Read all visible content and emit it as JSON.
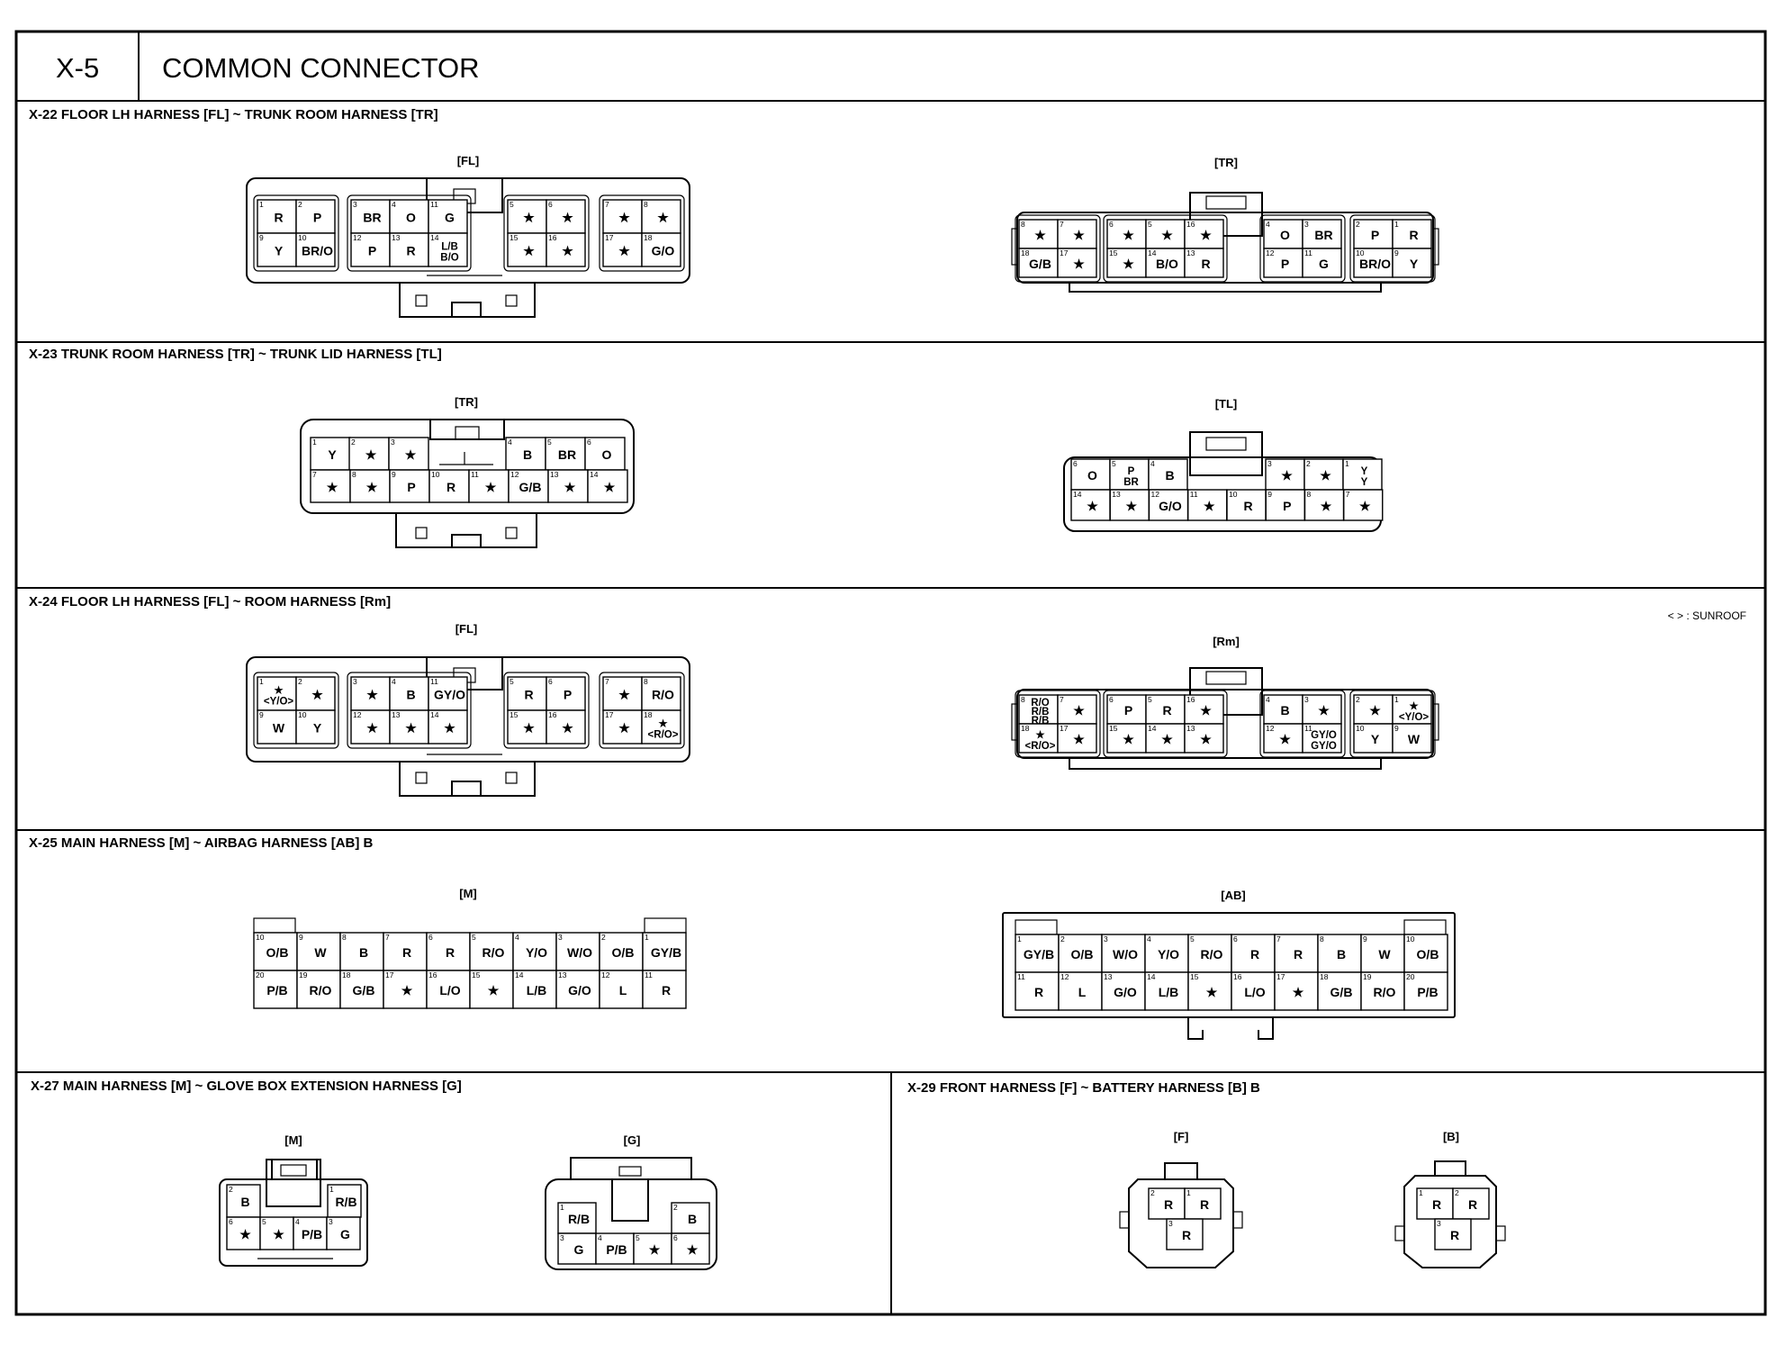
{
  "header": {
    "code": "X-5",
    "title": "COMMON CONNECTOR"
  },
  "legend_note": "< > : SUNROOF",
  "sections": [
    {
      "id": "x22",
      "title": "X-22 FLOOR LH HARNESS [FL] ~ TRUNK ROOM HARNESS  [TR]",
      "connectors": [
        {
          "label": "[FL]",
          "groups": [
            [
              {
                "n": "1",
                "t": "R"
              },
              {
                "n": "2",
                "t": "P"
              },
              {
                "n": "9",
                "t": "Y"
              },
              {
                "n": "10",
                "t": "BR/O"
              }
            ],
            [
              {
                "n": "3",
                "t": "BR"
              },
              {
                "n": "4",
                "t": "O"
              },
              {
                "n": "11",
                "t": "G"
              },
              {
                "n": "12",
                "t": "P"
              },
              {
                "n": "13",
                "t": "R"
              },
              {
                "n": "14",
                "t": "L/B B/O"
              }
            ],
            [
              {
                "n": "5",
                "t": "★"
              },
              {
                "n": "6",
                "t": "★"
              },
              {
                "n": "15",
                "t": "★"
              },
              {
                "n": "16",
                "t": "★"
              }
            ],
            [
              {
                "n": "7",
                "t": "★"
              },
              {
                "n": "8",
                "t": "★"
              },
              {
                "n": "17",
                "t": "★"
              },
              {
                "n": "18",
                "t": "G/O"
              }
            ]
          ]
        },
        {
          "label": "[TR]",
          "groups": [
            [
              {
                "n": "8",
                "t": "★"
              },
              {
                "n": "7",
                "t": "★"
              },
              {
                "n": "18",
                "t": "G/B"
              },
              {
                "n": "17",
                "t": "★"
              }
            ],
            [
              {
                "n": "6",
                "t": "★"
              },
              {
                "n": "5",
                "t": "★"
              },
              {
                "n": "16",
                "t": "★"
              },
              {
                "n": "15",
                "t": "★"
              },
              {
                "n": "14",
                "t": "B/O"
              },
              {
                "n": "13",
                "t": "R"
              }
            ],
            [
              {
                "n": "4",
                "t": "O"
              },
              {
                "n": "3",
                "t": "BR"
              },
              {
                "n": "12",
                "t": "P"
              },
              {
                "n": "11",
                "t": "G"
              }
            ],
            [
              {
                "n": "2",
                "t": "P"
              },
              {
                "n": "1",
                "t": "R"
              },
              {
                "n": "10",
                "t": "BR/O"
              },
              {
                "n": "9",
                "t": "Y"
              }
            ]
          ]
        }
      ]
    },
    {
      "id": "x23",
      "title": "X-23 TRUNK ROOM HARNESS [TR] ~ TRUNK LID HARNESS [TL]",
      "connectors": [
        {
          "label": "[TR]",
          "top": [
            {
              "n": "1",
              "t": "Y"
            },
            {
              "n": "2",
              "t": "★"
            },
            {
              "n": "3",
              "t": "★"
            },
            {
              "n": "4",
              "t": "B"
            },
            {
              "n": "5",
              "t": "BR"
            },
            {
              "n": "6",
              "t": "O"
            }
          ],
          "bottom": [
            {
              "n": "7",
              "t": "★"
            },
            {
              "n": "8",
              "t": "★"
            },
            {
              "n": "9",
              "t": "P"
            },
            {
              "n": "10",
              "t": "R"
            },
            {
              "n": "11",
              "t": "★"
            },
            {
              "n": "12",
              "t": "G/B"
            },
            {
              "n": "13",
              "t": "★"
            },
            {
              "n": "14",
              "t": "★"
            }
          ]
        },
        {
          "label": "[TL]",
          "top": [
            {
              "n": "6",
              "t": "O"
            },
            {
              "n": "5",
              "t": "P BR"
            },
            {
              "n": "4",
              "t": "B"
            },
            {
              "n": "3",
              "t": "★"
            },
            {
              "n": "2",
              "t": "★"
            },
            {
              "n": "1",
              "t": "Y Y"
            }
          ],
          "bottom": [
            {
              "n": "14",
              "t": "★"
            },
            {
              "n": "13",
              "t": "★"
            },
            {
              "n": "12",
              "t": "G/O"
            },
            {
              "n": "11",
              "t": "★"
            },
            {
              "n": "10",
              "t": "R"
            },
            {
              "n": "9",
              "t": "P"
            },
            {
              "n": "8",
              "t": "★"
            },
            {
              "n": "7",
              "t": "★"
            }
          ]
        }
      ]
    },
    {
      "id": "x24",
      "title": "X-24 FLOOR LH HARNESS [FL] ~ ROOM HARNESS [Rm]",
      "connectors": [
        {
          "label": "[FL]",
          "groups": [
            [
              {
                "n": "1",
                "t": "★ <Y/O>"
              },
              {
                "n": "2",
                "t": "★"
              },
              {
                "n": "9",
                "t": "W"
              },
              {
                "n": "10",
                "t": "Y"
              }
            ],
            [
              {
                "n": "3",
                "t": "★"
              },
              {
                "n": "4",
                "t": "B"
              },
              {
                "n": "11",
                "t": "GY/O"
              },
              {
                "n": "12",
                "t": "★"
              },
              {
                "n": "13",
                "t": "★"
              },
              {
                "n": "14",
                "t": "★"
              }
            ],
            [
              {
                "n": "5",
                "t": "R"
              },
              {
                "n": "6",
                "t": "P"
              },
              {
                "n": "15",
                "t": "★"
              },
              {
                "n": "16",
                "t": "★"
              }
            ],
            [
              {
                "n": "7",
                "t": "★"
              },
              {
                "n": "8",
                "t": "R/O"
              },
              {
                "n": "17",
                "t": "★"
              },
              {
                "n": "18",
                "t": "★ <R/O>"
              }
            ]
          ]
        },
        {
          "label": "[Rm]",
          "groups": [
            [
              {
                "n": "8",
                "t": "R/O R/B R/B"
              },
              {
                "n": "7",
                "t": "★"
              },
              {
                "n": "18",
                "t": "★ <R/O>"
              },
              {
                "n": "17",
                "t": "★"
              }
            ],
            [
              {
                "n": "6",
                "t": "P"
              },
              {
                "n": "5",
                "t": "R"
              },
              {
                "n": "16",
                "t": "★"
              },
              {
                "n": "15",
                "t": "★"
              },
              {
                "n": "14",
                "t": "★"
              },
              {
                "n": "13",
                "t": "★"
              }
            ],
            [
              {
                "n": "4",
                "t": "B"
              },
              {
                "n": "3",
                "t": "★"
              },
              {
                "n": "12",
                "t": "★"
              },
              {
                "n": "11",
                "t": "GY/O GY/O"
              }
            ],
            [
              {
                "n": "2",
                "t": "★"
              },
              {
                "n": "1",
                "t": "★ <Y/O>"
              },
              {
                "n": "10",
                "t": "Y"
              },
              {
                "n": "9",
                "t": "W"
              }
            ]
          ]
        }
      ]
    },
    {
      "id": "x25",
      "title": "X-25 MAIN HARNESS [M] ~ AIRBAG HARNESS [AB] B",
      "connectors": [
        {
          "label": "[M]",
          "top": [
            {
              "n": "10",
              "t": "O/B"
            },
            {
              "n": "9",
              "t": "W"
            },
            {
              "n": "8",
              "t": "B"
            },
            {
              "n": "7",
              "t": "R"
            },
            {
              "n": "6",
              "t": "R"
            },
            {
              "n": "5",
              "t": "R/O"
            },
            {
              "n": "4",
              "t": "Y/O"
            },
            {
              "n": "3",
              "t": "W/O"
            },
            {
              "n": "2",
              "t": "O/B"
            },
            {
              "n": "1",
              "t": "GY/B"
            }
          ],
          "bottom": [
            {
              "n": "20",
              "t": "P/B"
            },
            {
              "n": "19",
              "t": "R/O"
            },
            {
              "n": "18",
              "t": "G/B"
            },
            {
              "n": "17",
              "t": "★"
            },
            {
              "n": "16",
              "t": "L/O"
            },
            {
              "n": "15",
              "t": "★"
            },
            {
              "n": "14",
              "t": "L/B"
            },
            {
              "n": "13",
              "t": "G/O"
            },
            {
              "n": "12",
              "t": "L"
            },
            {
              "n": "11",
              "t": "R"
            }
          ]
        },
        {
          "label": "[AB]",
          "top": [
            {
              "n": "1",
              "t": "GY/B"
            },
            {
              "n": "2",
              "t": "O/B"
            },
            {
              "n": "3",
              "t": "W/O"
            },
            {
              "n": "4",
              "t": "Y/O"
            },
            {
              "n": "5",
              "t": "R/O"
            },
            {
              "n": "6",
              "t": "R"
            },
            {
              "n": "7",
              "t": "R"
            },
            {
              "n": "8",
              "t": "B"
            },
            {
              "n": "9",
              "t": "W"
            },
            {
              "n": "10",
              "t": "O/B"
            }
          ],
          "bottom": [
            {
              "n": "11",
              "t": "R"
            },
            {
              "n": "12",
              "t": "L"
            },
            {
              "n": "13",
              "t": "G/O"
            },
            {
              "n": "14",
              "t": "L/B"
            },
            {
              "n": "15",
              "t": "★"
            },
            {
              "n": "16",
              "t": "L/O"
            },
            {
              "n": "17",
              "t": "★"
            },
            {
              "n": "18",
              "t": "G/B"
            },
            {
              "n": "19",
              "t": "R/O"
            },
            {
              "n": "20",
              "t": "P/B"
            }
          ]
        }
      ]
    },
    {
      "id": "x27",
      "title": "X-27 MAIN HARNESS [M] ~ GLOVE BOX EXTENSION HARNESS [G]",
      "connectors": [
        {
          "label": "[M]",
          "top": [
            {
              "n": "2",
              "t": "B"
            },
            {
              "n": "1",
              "t": "R/B"
            }
          ],
          "bottom": [
            {
              "n": "6",
              "t": "★"
            },
            {
              "n": "5",
              "t": "★"
            },
            {
              "n": "4",
              "t": "P/B"
            },
            {
              "n": "3",
              "t": "G"
            }
          ]
        },
        {
          "label": "[G]",
          "top": [
            {
              "n": "1",
              "t": "R/B"
            },
            {
              "n": "2",
              "t": "B"
            }
          ],
          "bottom": [
            {
              "n": "3",
              "t": "G"
            },
            {
              "n": "4",
              "t": "P/B"
            },
            {
              "n": "5",
              "t": "★"
            },
            {
              "n": "6",
              "t": "★"
            }
          ]
        }
      ]
    },
    {
      "id": "x29",
      "title": "X-29 FRONT HARNESS [F] ~ BATTERY HARNESS [B] B",
      "connectors": [
        {
          "label": "[F]",
          "pins": [
            {
              "n": "2",
              "t": "R"
            },
            {
              "n": "1",
              "t": "R"
            },
            {
              "n": "3",
              "t": "R"
            }
          ]
        },
        {
          "label": "[B]",
          "pins": [
            {
              "n": "1",
              "t": "R"
            },
            {
              "n": "2",
              "t": "R"
            },
            {
              "n": "3",
              "t": "R"
            }
          ]
        }
      ]
    }
  ]
}
